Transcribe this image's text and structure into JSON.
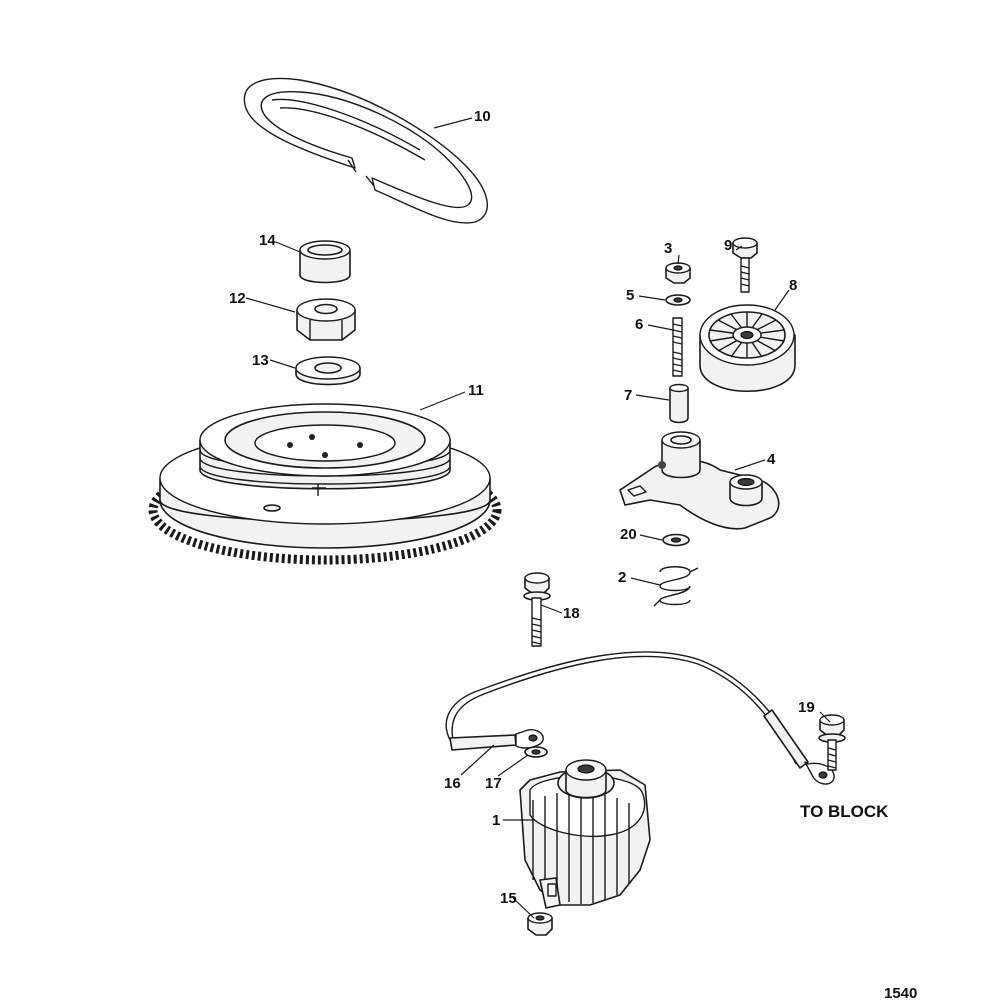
{
  "figure_number": "1540",
  "note_to_block": "TO BLOCK",
  "callouts": {
    "c1": "1",
    "c2": "2",
    "c3": "3",
    "c4": "4",
    "c5": "5",
    "c6": "6",
    "c7": "7",
    "c8": "8",
    "c9": "9",
    "c10": "10",
    "c11": "11",
    "c12": "12",
    "c13": "13",
    "c14": "14",
    "c15": "15",
    "c16": "16",
    "c17": "17",
    "c18": "18",
    "c19": "19",
    "c20": "20"
  }
}
